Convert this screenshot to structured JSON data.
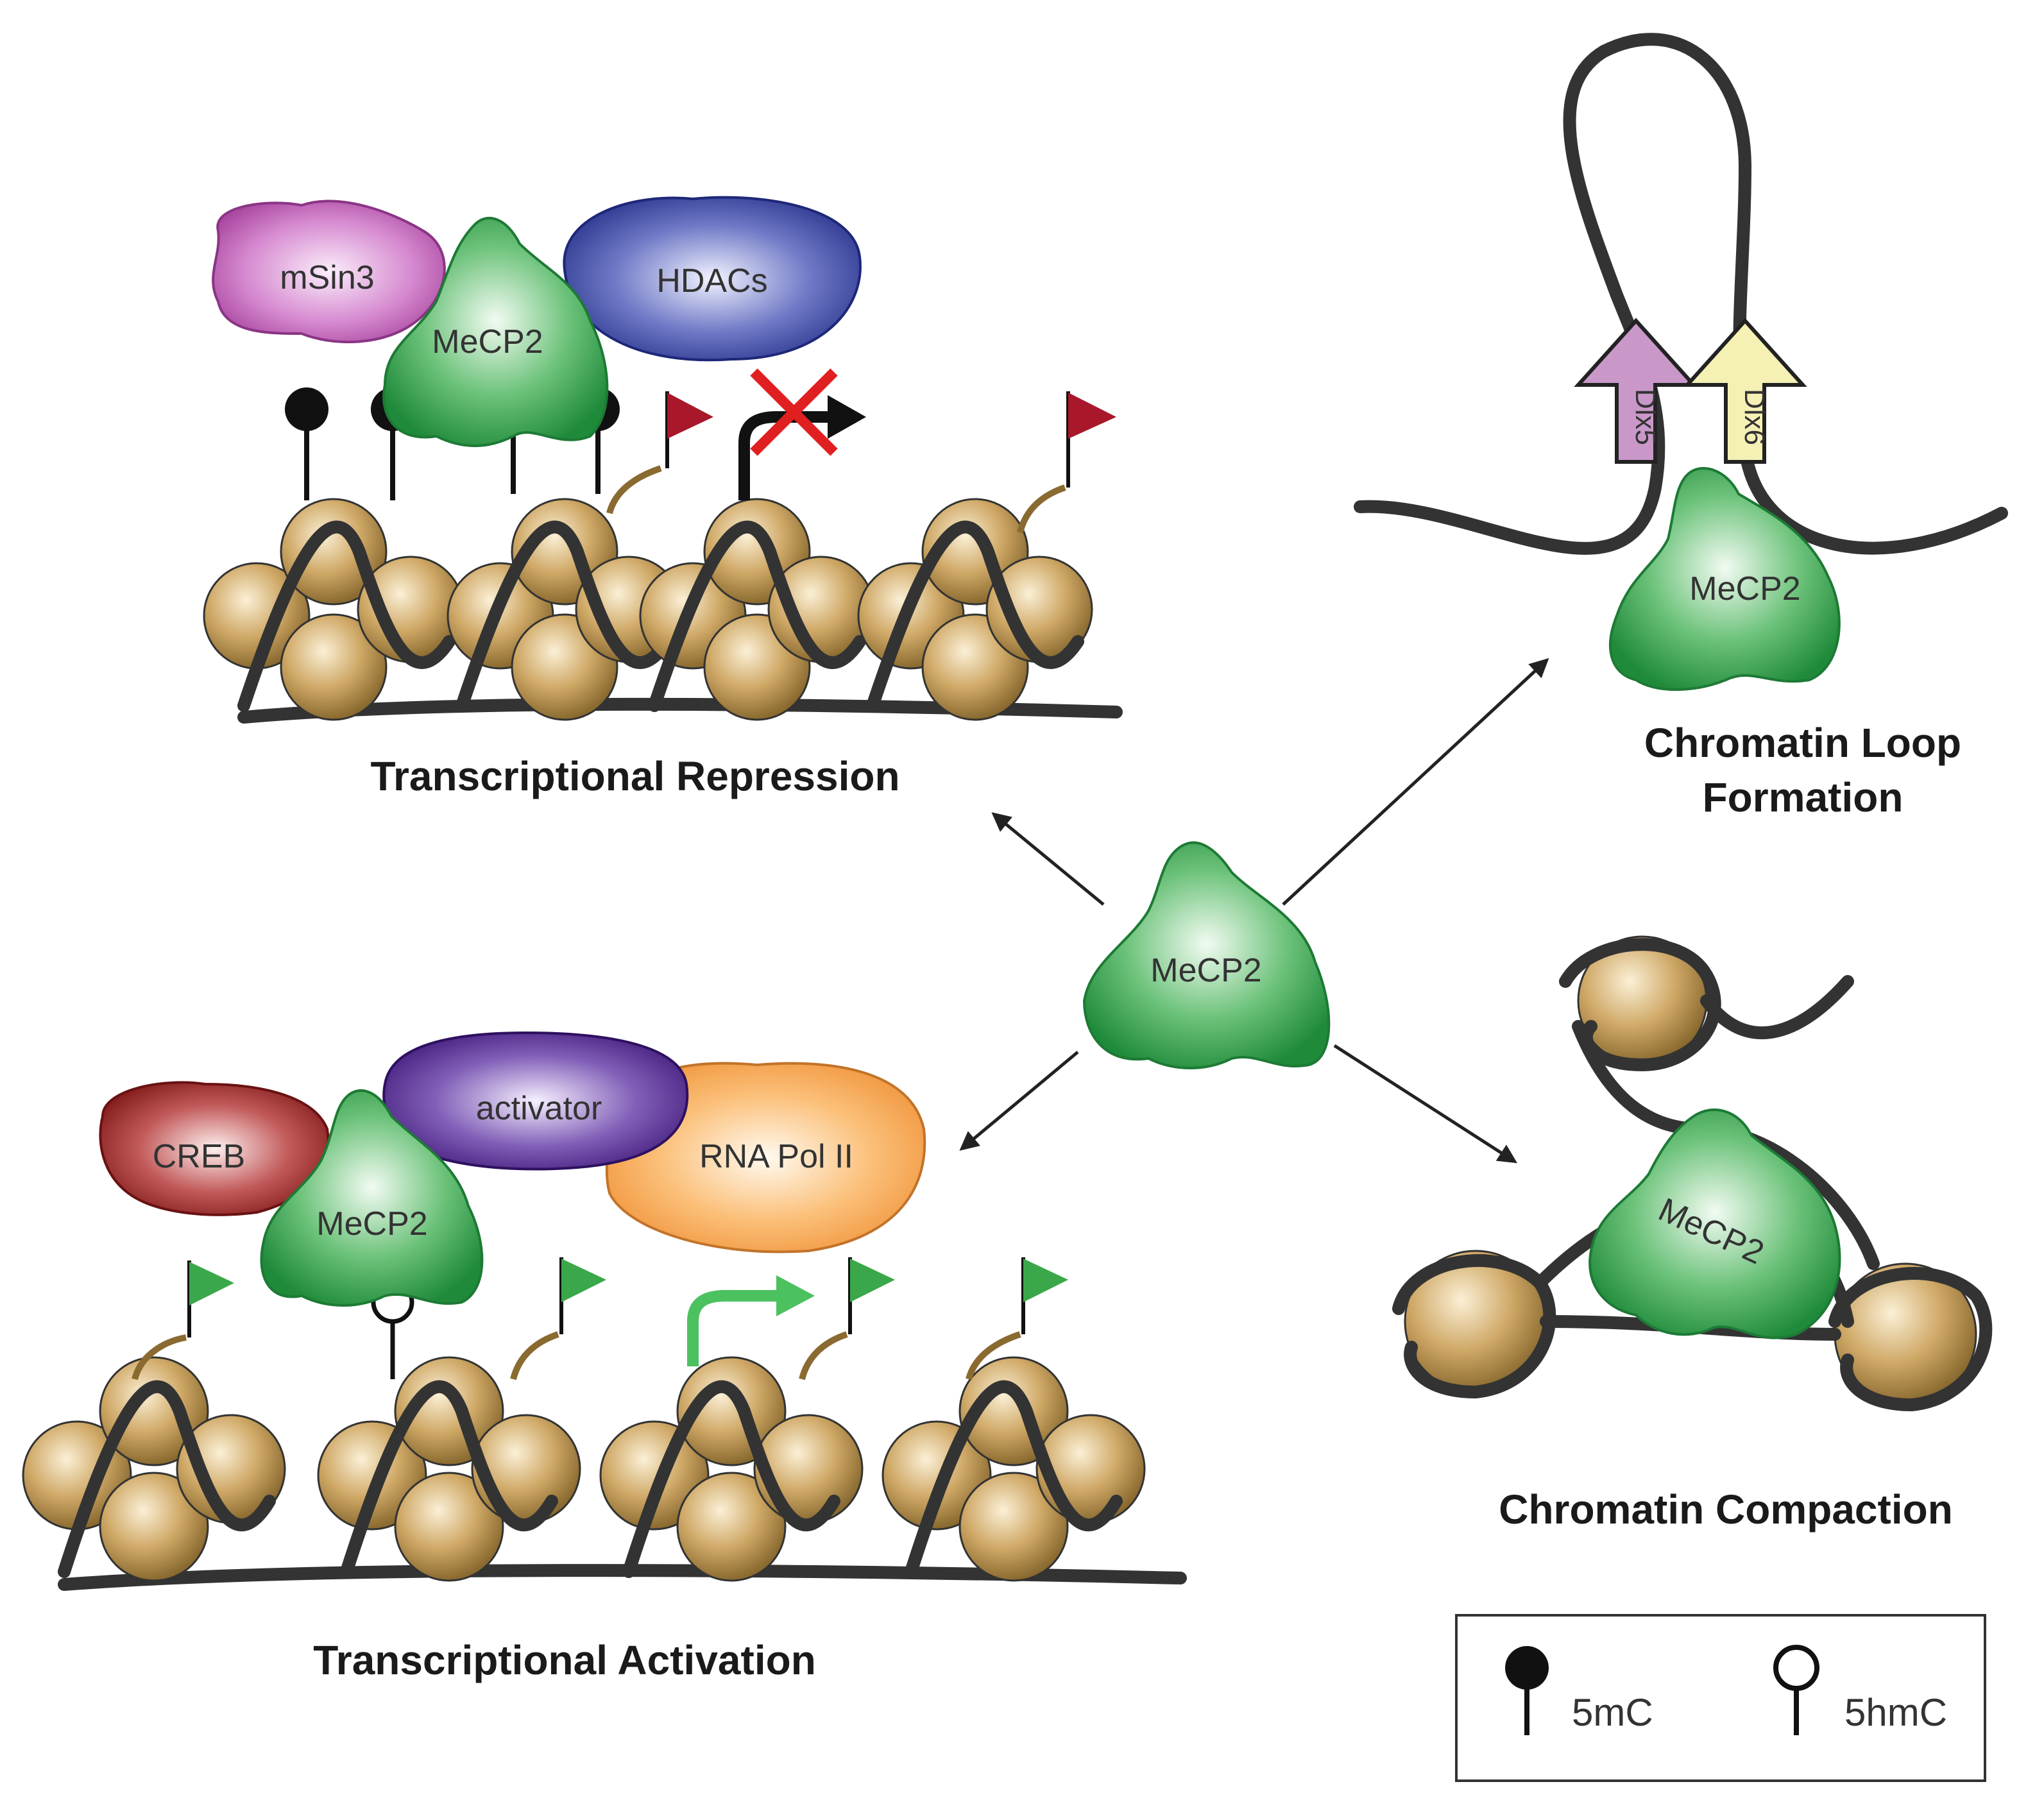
{
  "labels": {
    "mecp2": "MeCP2",
    "msin3": "mSin3",
    "hdacs": "HDACs",
    "creb": "CREB",
    "activator": "activator",
    "rna_pol_ii": "RNA Pol II",
    "dlx5": "Dlx5",
    "dlx6": "Dlx6"
  },
  "titles": {
    "repression": "Transcriptional Repression",
    "activation": "Transcriptional Activation",
    "loop_line1": "Chromatin Loop",
    "loop_line2": "Formation",
    "compaction": "Chromatin Compaction"
  },
  "legend": {
    "mc": "5mC",
    "hmc": "5hmC"
  },
  "colors": {
    "mecp2": "#2e9a46",
    "msin3": "#b84fa8",
    "hdacs": "#2f3f9a",
    "creb": "#8e1f1f",
    "activator": "#4a1f86",
    "rna_pol_ii": "#f7a64a",
    "histone": "#c09a55",
    "dna": "#333333",
    "flag_repressed": "#a8182a",
    "flag_active": "#3aa84a",
    "dlx5": "#c998c9",
    "dlx6": "#f5f0b4"
  }
}
